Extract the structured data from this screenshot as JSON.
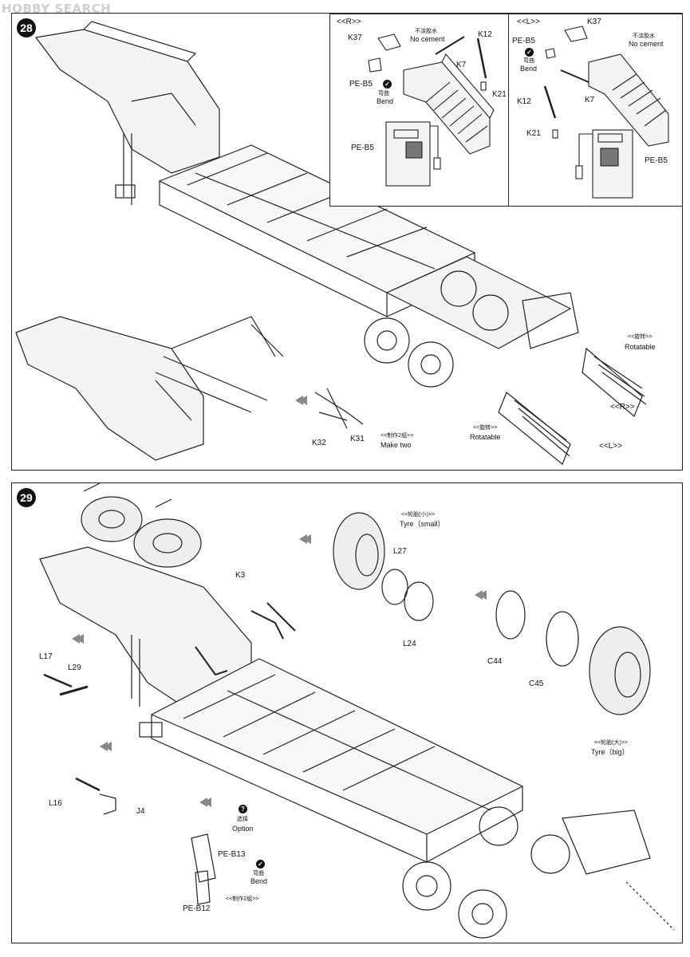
{
  "watermark": {
    "brand_a": "H",
    "brand_o": "O",
    "brand_b": "BBY SEARCH"
  },
  "step28": {
    "number": "28",
    "inset_r": {
      "title": "<<R>>",
      "no_cement_cn": "不涂胶水",
      "no_cement_en": "No cement",
      "bend_cn": "弯曲",
      "bend_en": "Bend",
      "parts": {
        "k37": "K37",
        "k12": "K12",
        "k7": "K7",
        "k21": "K21",
        "pe_b5_a": "PE-B5",
        "pe_b5_b": "PE-B5"
      }
    },
    "inset_l": {
      "title": "<<L>>",
      "no_cement_cn": "不涂胶水",
      "no_cement_en": "No cement",
      "bend_cn": "弯曲",
      "bend_en": "Bend",
      "parts": {
        "k37": "K37",
        "pe_b5_a": "PE-B5",
        "k12": "K12",
        "k7": "K7",
        "k21": "K21",
        "pe_b5_b": "PE-B5"
      }
    },
    "rotatable_r_cn": "<<旋转>>",
    "rotatable_r_en": "Rotatable",
    "rotatable_l_cn": "<<旋转>>",
    "rotatable_l_en": "Rotatable",
    "tag_r": "<<R>>",
    "tag_l": "<<L>>",
    "k32": "K32",
    "k31": "K31",
    "make_two_cn": "<<制作2组>>",
    "make_two_en": "Make two"
  },
  "step29": {
    "number": "29",
    "tyre_small_cn": "<<轮胎(小)>>",
    "tyre_small_en": "Tyre（small）",
    "tyre_big_cn": "<<轮胎(大)>>",
    "tyre_big_en": "Tyre（big）",
    "l27": "L27",
    "l24": "L24",
    "c44": "C44",
    "c45": "C45",
    "k3": "K3",
    "l17": "L17",
    "l29": "L29",
    "l16": "L16",
    "j4": "J4",
    "option_cn": "选择",
    "option_en": "Option",
    "option_icon": "?",
    "pe_b13": "PE-B13",
    "pe_b12": "PE-B12",
    "bend_cn": "弯曲",
    "bend_en": "Bend",
    "make_two_cn": "<<制作2组>>"
  }
}
